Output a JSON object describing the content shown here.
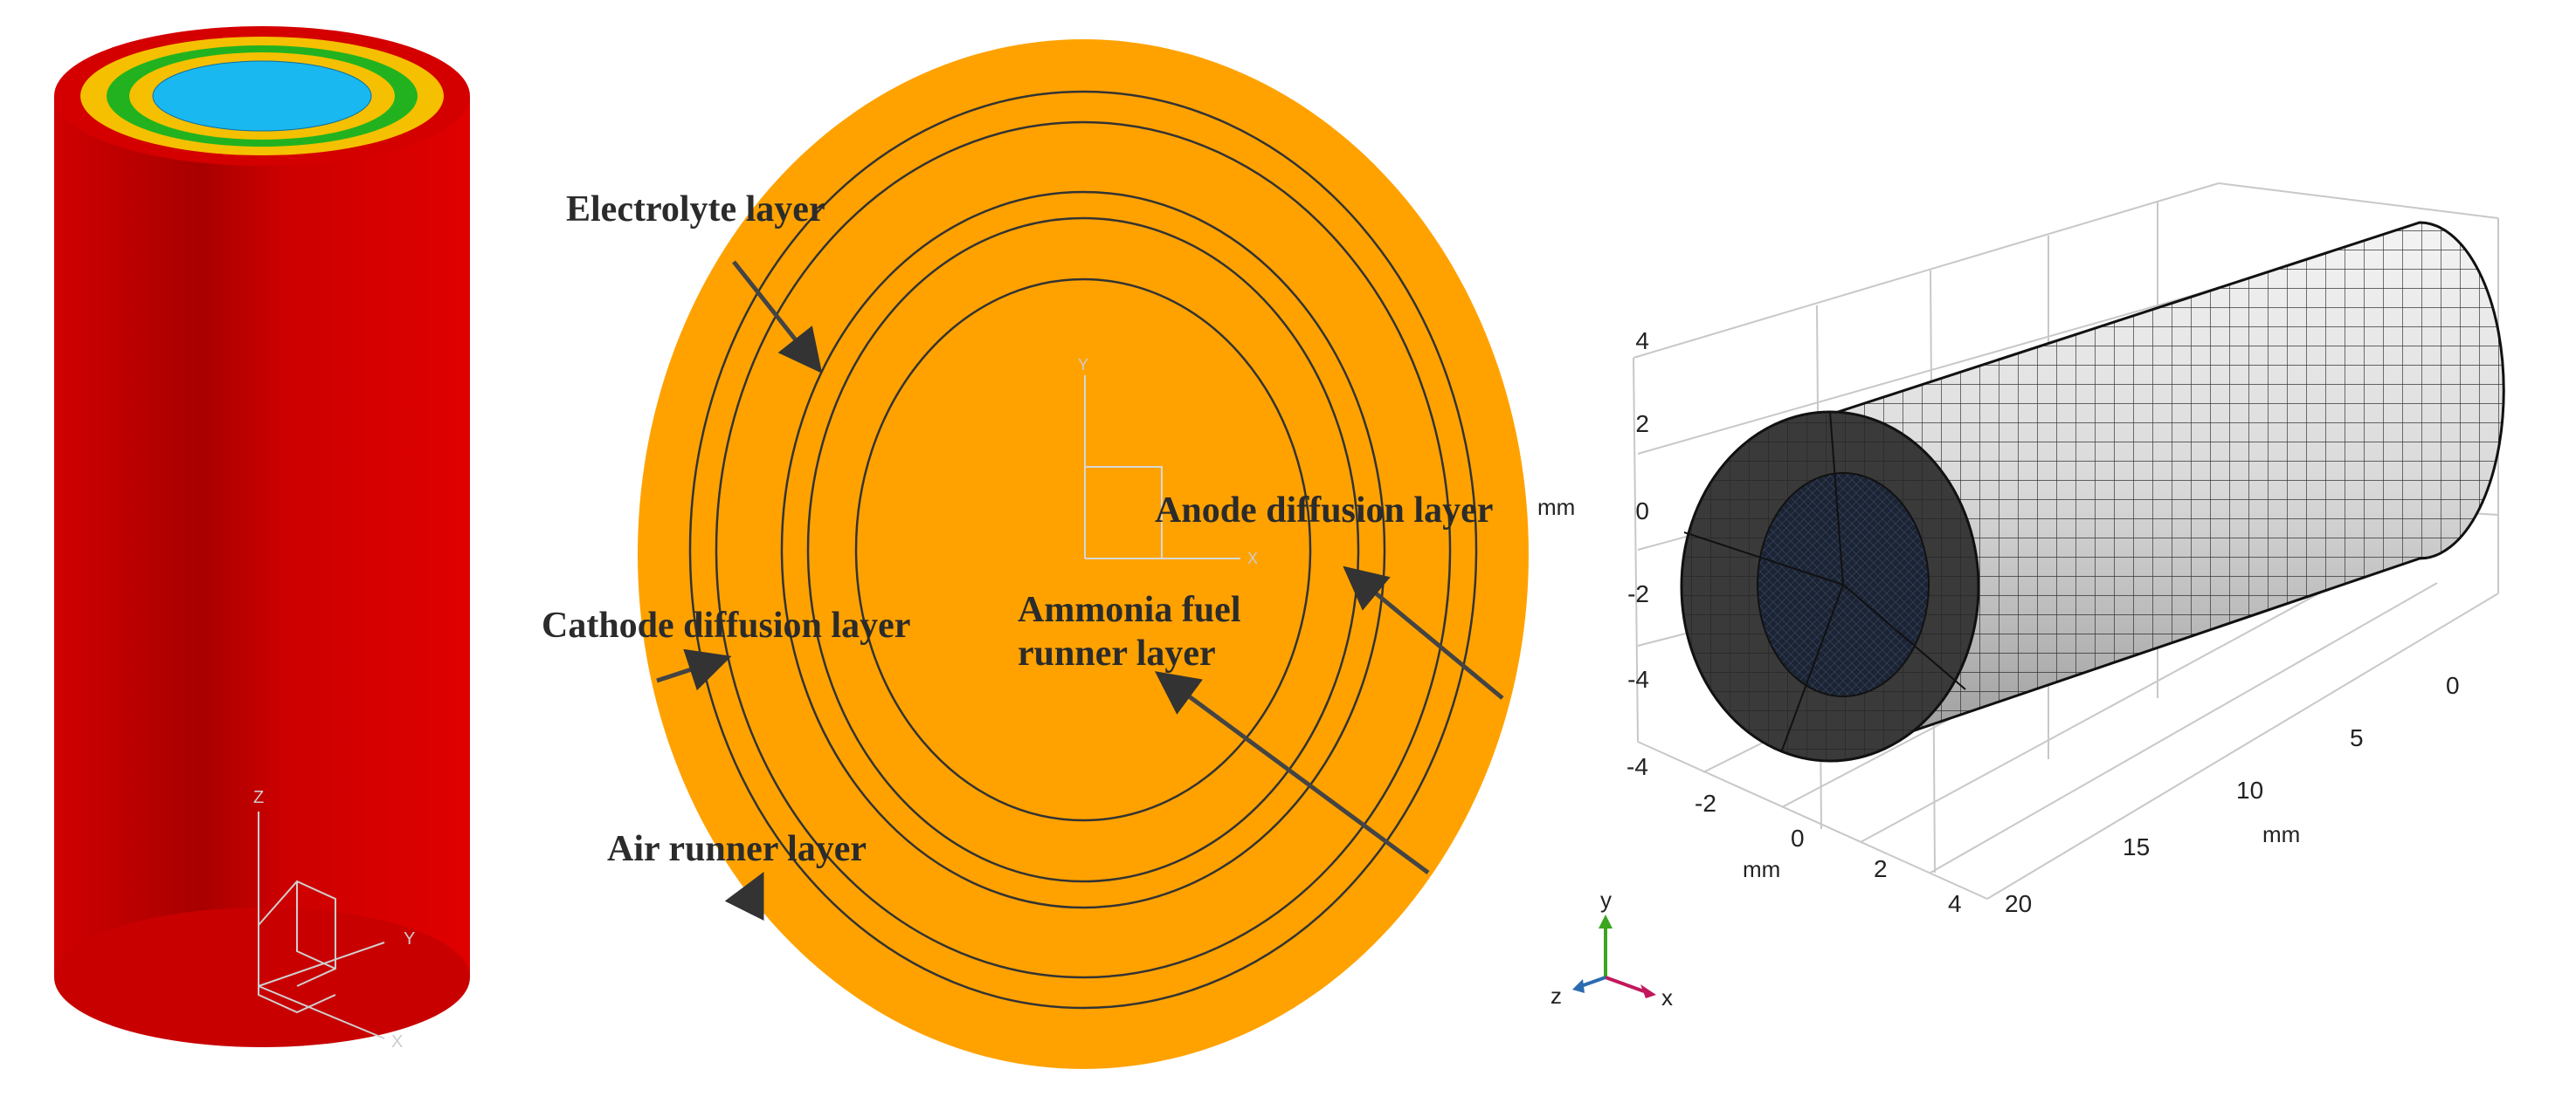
{
  "colors": {
    "cylinder_red": "#d40000",
    "cylinder_dark_red": "#a10000",
    "yellow_layer": "#f5c000",
    "green_layer": "#22b21f",
    "blue_core": "#19b8f0",
    "orange_disk": "#ffa200",
    "mesh_line": "#1a1a1a",
    "mesh_core": "#1c2434",
    "axis_green": "#3aa51f",
    "axis_red": "#c2185b",
    "axis_blue": "#2b6cb0"
  },
  "left_figure": {
    "axis_labels": {
      "z": "Z",
      "y": "Y",
      "x": "X"
    }
  },
  "middle_figure": {
    "labels": {
      "electrolyte": "Electrolyte layer",
      "cathode": "Cathode diffusion layer",
      "air": "Air runner layer",
      "anode": "Anode diffusion layer",
      "ammonia_line1": "Ammonia fuel",
      "ammonia_line2": "runner layer"
    },
    "axis_labels": {
      "y": "Y",
      "x": "X"
    }
  },
  "right_figure": {
    "y_axis": {
      "ticks": [
        "4",
        "2",
        "0",
        "-2",
        "-4"
      ],
      "unit": "mm"
    },
    "x_axis": {
      "ticks": [
        "-4",
        "-2",
        "0",
        "2",
        "4"
      ],
      "unit": "mm"
    },
    "z_axis": {
      "ticks": [
        "0",
        "5",
        "10",
        "15",
        "20"
      ],
      "unit": "mm"
    },
    "triad": {
      "y": "y",
      "z": "z",
      "x": "x"
    }
  }
}
